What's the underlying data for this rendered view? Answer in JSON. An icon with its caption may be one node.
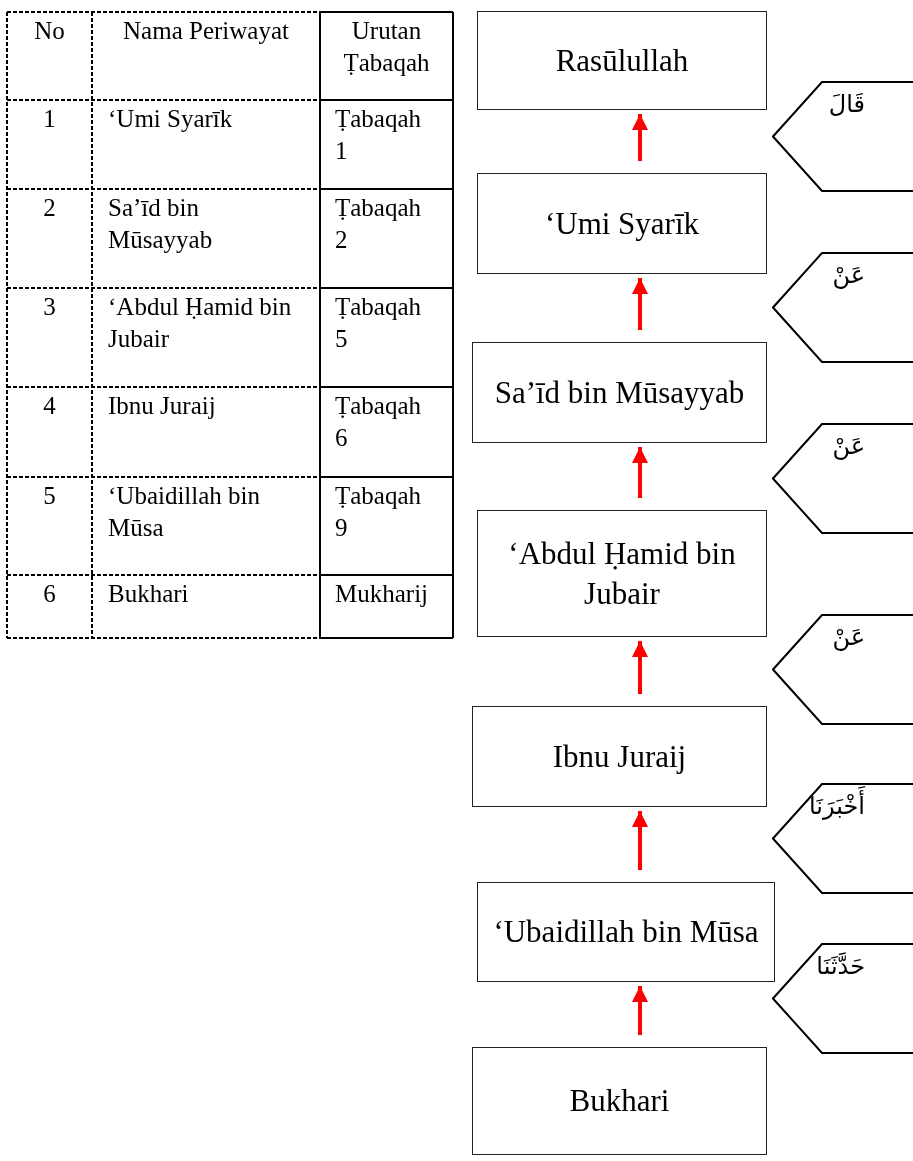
{
  "diagram": {
    "nodes": [
      {
        "text": [
          "Rasūlullah"
        ]
      },
      {
        "text": [
          "‘Umi Syarīk"
        ]
      },
      {
        "text": [
          "Sa’īd bin Mūsayyab"
        ]
      },
      {
        "text": [
          "‘Abdul Ḥamid bin Jubair"
        ]
      },
      {
        "text": [
          "Ibnu Juraij"
        ]
      },
      {
        "text": [
          "‘Ubaidillah bin Mūsa"
        ]
      },
      {
        "text": [
          "Bukhari"
        ]
      },
      {
        "text": [
          "قَالَ"
        ]
      },
      {
        "text": [
          "عَنْ"
        ]
      },
      {
        "text": [
          "عَنْ"
        ]
      },
      {
        "text": [
          "عَنْ"
        ]
      },
      {
        "text": [
          "أَخْبَرَنَا"
        ]
      },
      {
        "text": [
          "حَدَّثَنَا"
        ]
      }
    ],
    "edges": [
      {
        "from": 1,
        "to": 0,
        "arrow": "to"
      },
      {
        "from": 2,
        "to": 1,
        "arrow": "to"
      },
      {
        "from": 3,
        "to": 2,
        "arrow": "to"
      },
      {
        "from": 4,
        "to": 3,
        "arrow": "to"
      },
      {
        "from": 5,
        "to": 4,
        "arrow": "to"
      },
      {
        "from": 6,
        "to": 5,
        "arrow": "to"
      }
    ],
    "labels": [
      "No",
      "Nama Periwayat",
      "Urutan Ṭabaqah",
      "1",
      "‘Umi Syarīk",
      "Ṭabaqah 1",
      "2",
      "Sa’īd bin Mūsayyab",
      "Ṭabaqah 2",
      "3",
      "‘Abdul Ḥamid bin Jubair",
      "Ṭabaqah 5",
      "4",
      "Ibnu Juraij",
      "Ṭabaqah 6",
      "5",
      "‘Ubaidillah bin Mūsa",
      "Ṭabaqah 9",
      "6",
      "Bukhari",
      "Mukharij"
    ]
  }
}
